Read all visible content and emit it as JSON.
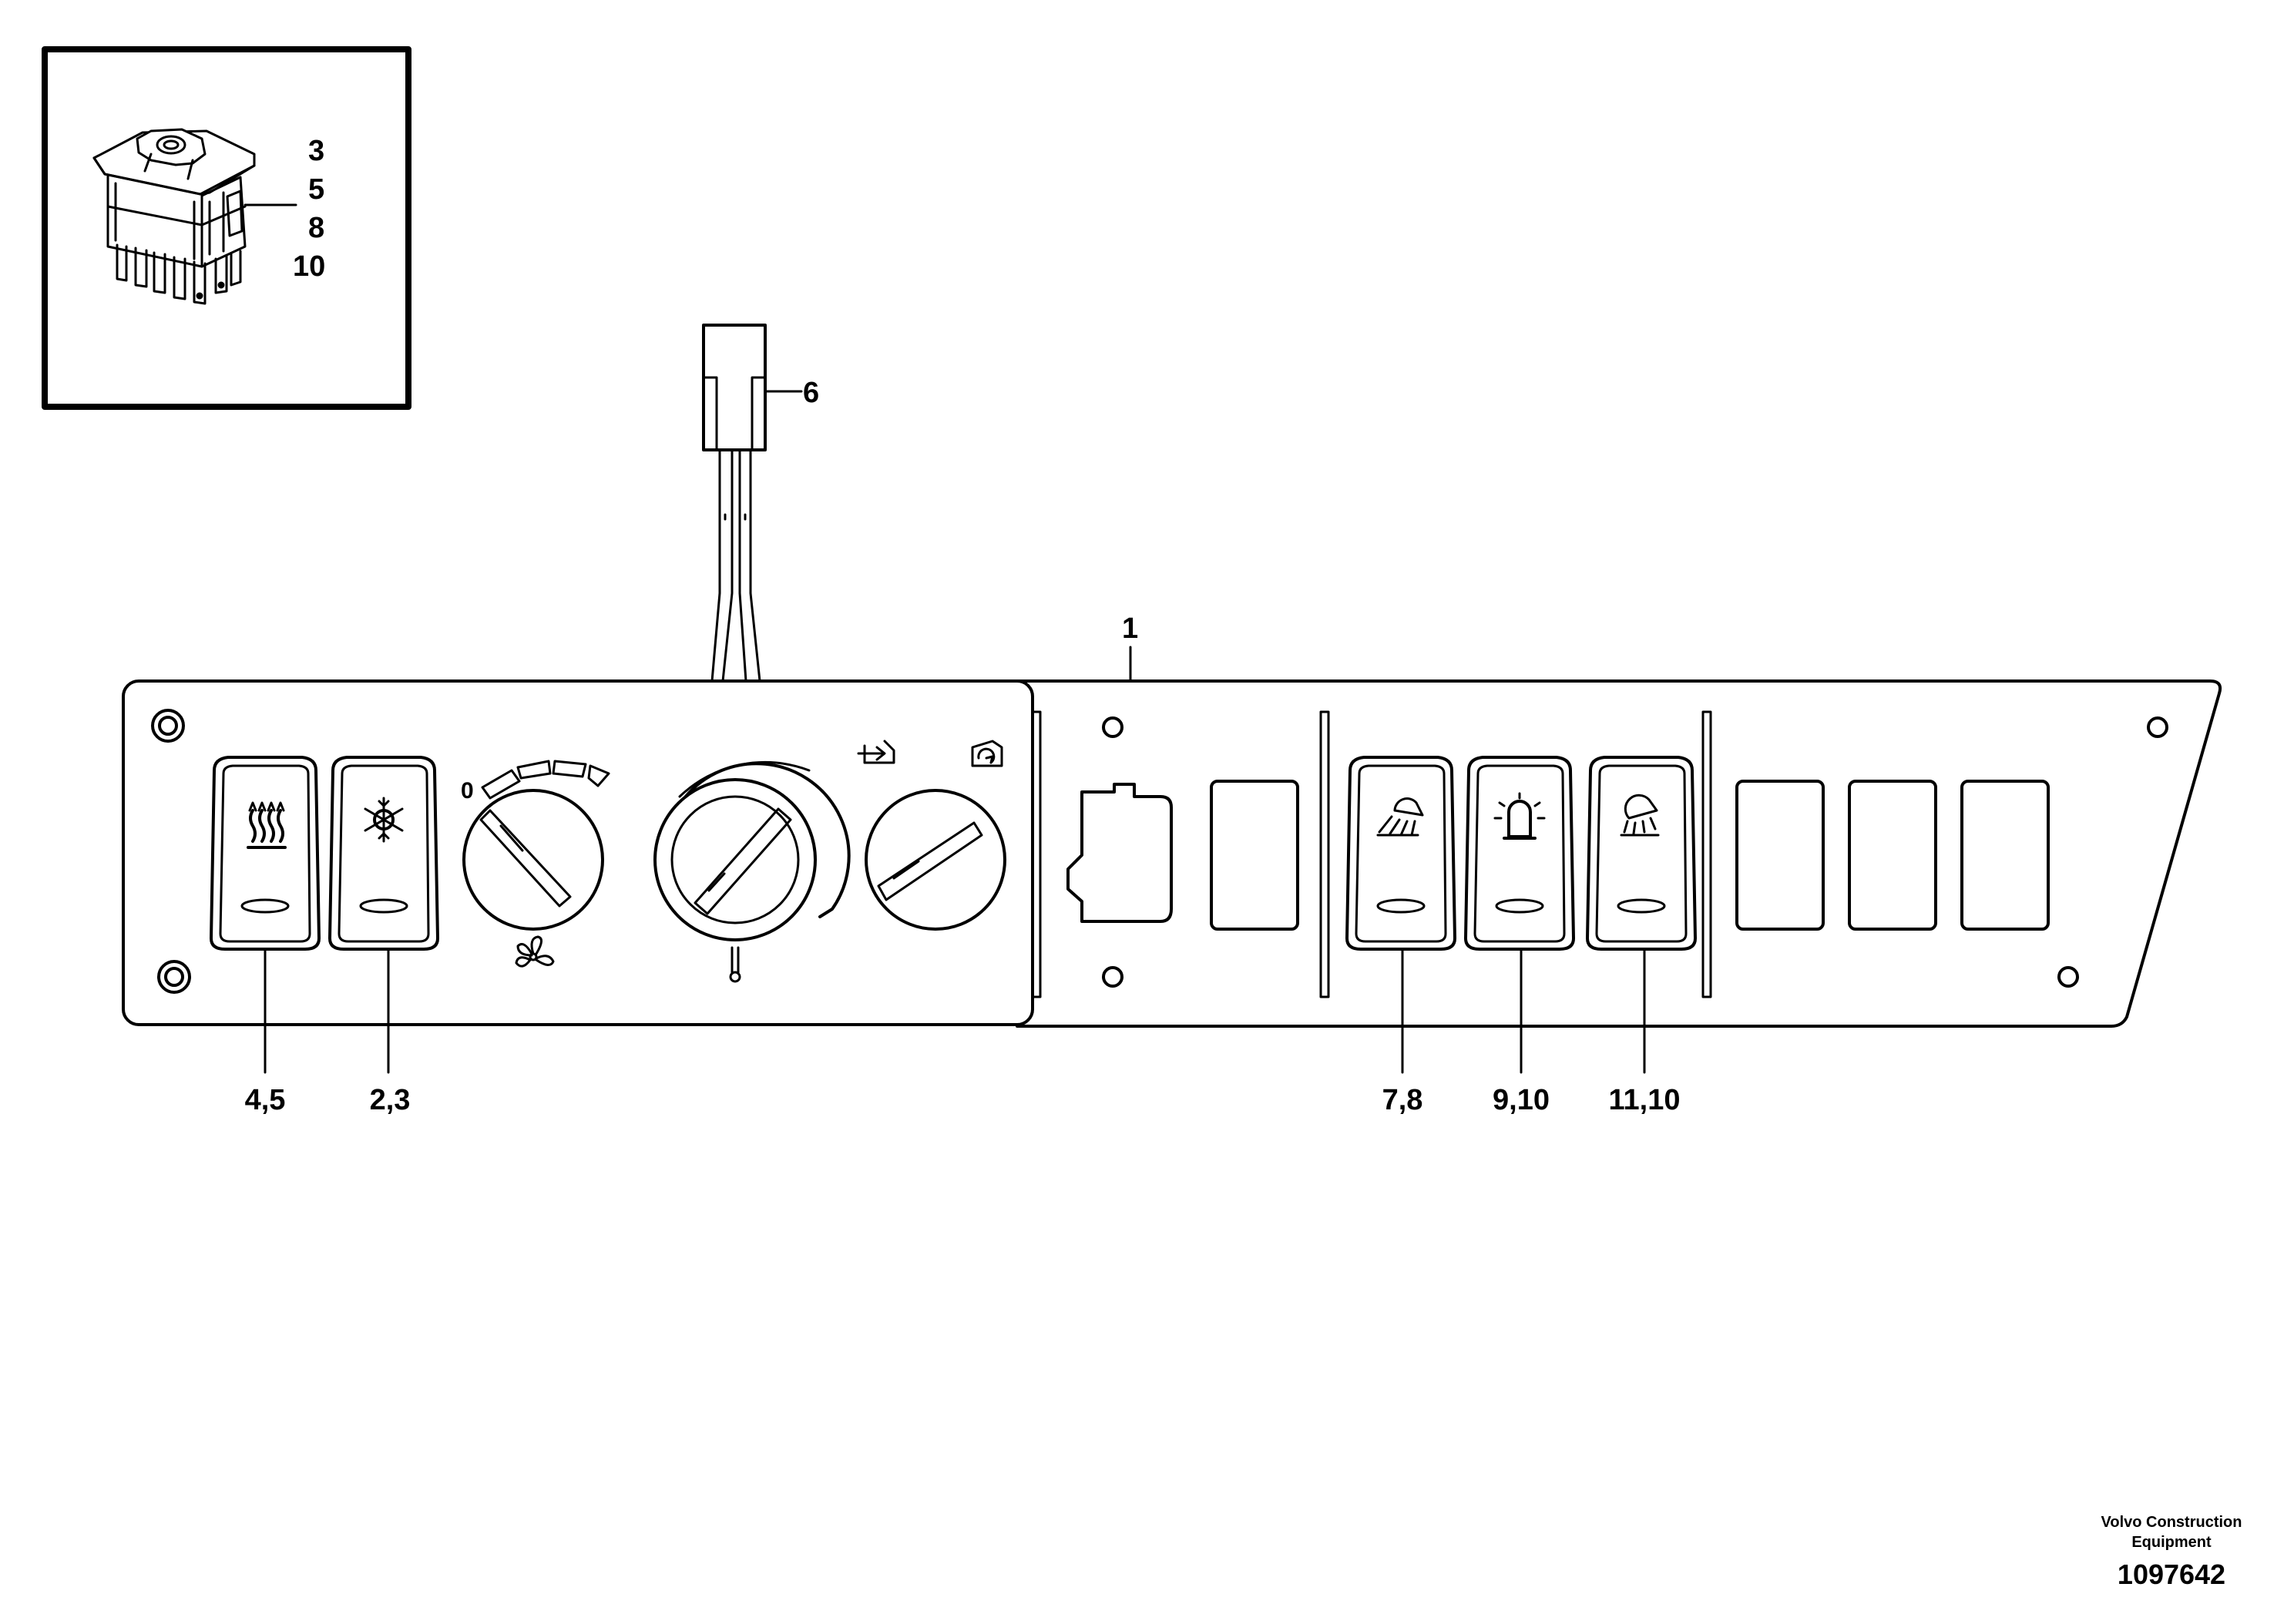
{
  "inset": {
    "callouts": [
      "3",
      "5",
      "8",
      "10"
    ]
  },
  "callouts": {
    "panel": "1",
    "connector": "6",
    "switch_heat": "4,5",
    "switch_ac": "2,3",
    "switch_work_light_front": "7,8",
    "switch_beacon": "9,10",
    "switch_work_light_rear": "11,10"
  },
  "credit": {
    "line1": "Volvo Construction",
    "line2": "Equipment",
    "drawing_number": "1097642"
  },
  "knob_marks": {
    "fan_off": "0"
  },
  "icons": {
    "heat_switch": "rear-window-heater-icon",
    "ac_switch": "snowflake-icon",
    "fan": "fan-icon",
    "temperature": "thermometer-icon",
    "fresh_air": "fresh-air-icon",
    "recirculation": "recirculation-icon",
    "work_light_front": "work-light-icon",
    "beacon": "rotating-beacon-icon",
    "work_light_rear": "work-light-icon"
  }
}
